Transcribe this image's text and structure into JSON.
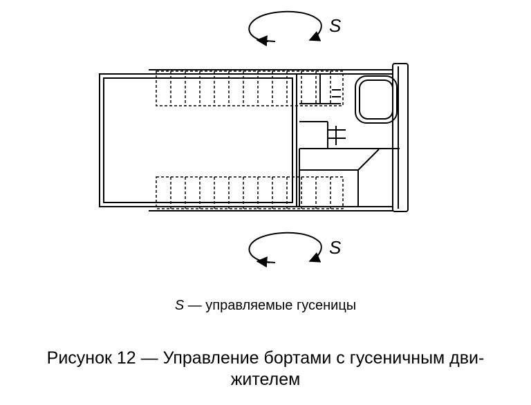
{
  "labels": {
    "top_track_symbol": "S",
    "bottom_track_symbol": "S"
  },
  "legend": {
    "symbol": "S",
    "text": " — управляемые гусеницы"
  },
  "caption": {
    "line1": "Рисунок 12 — Управление бортами с гусеничным дви-",
    "line2": "жителем"
  },
  "colors": {
    "line": "#000000",
    "background": "#ffffff"
  }
}
